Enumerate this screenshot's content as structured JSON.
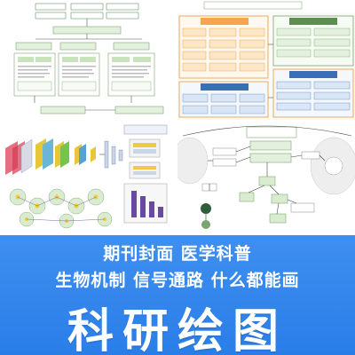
{
  "banner": {
    "line1": "期刊封面 医学科普",
    "line2": "生物机制 信号通路 什么都能画",
    "title": "科研绘图"
  },
  "colors": {
    "banner_blue": "#2a7ee8",
    "flow_green": "#7aa56f",
    "flow_orange": "#f5a54a",
    "flow_blue": "#3a6fb7"
  }
}
